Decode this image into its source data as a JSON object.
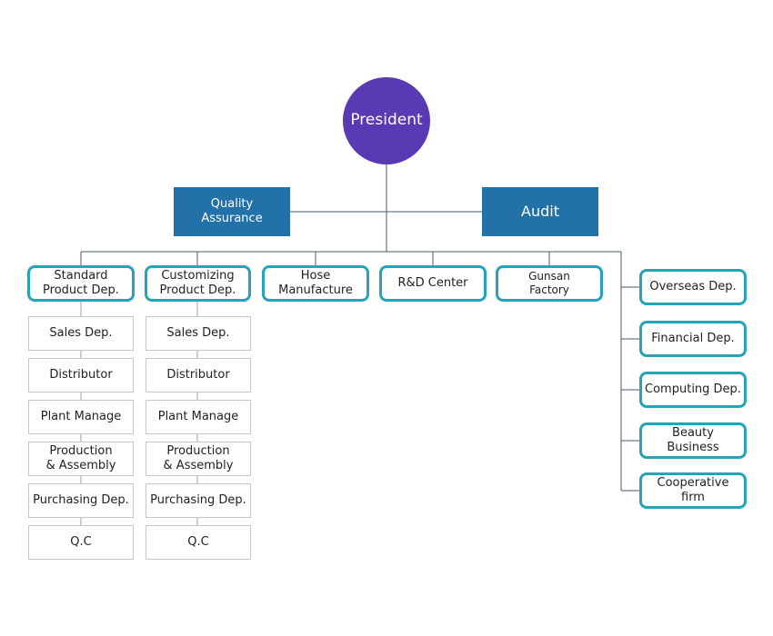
{
  "top": {
    "president": "President"
  },
  "staff": {
    "quality_assurance": "Quality\nAssurance",
    "audit": "Audit"
  },
  "departments": {
    "standard": "Standard\nProduct Dep.",
    "customizing": "Customizing\nProduct Dep.",
    "hose": "Hose\nManufacture",
    "rnd": "R&D Center",
    "gunsan": "Gunsan\nFactory"
  },
  "standard_subunits": [
    "Sales Dep.",
    "Distributor",
    "Plant Manage",
    "Production\n& Assembly",
    "Purchasing Dep.",
    "Q.C"
  ],
  "customizing_subunits": [
    "Sales Dep.",
    "Distributor",
    "Plant Manage",
    "Production\n& Assembly",
    "Purchasing Dep.",
    "Q.C"
  ],
  "right_units": [
    "Overseas Dep.",
    "Financial Dep.",
    "Computing Dep.",
    "Beauty\nBusiness",
    "Cooperative\nfirm"
  ],
  "colors": {
    "president": "#5a3ab4",
    "staff": "#2271a9",
    "dept_border": "#25a3b8",
    "connector": "#4a5a6a"
  }
}
